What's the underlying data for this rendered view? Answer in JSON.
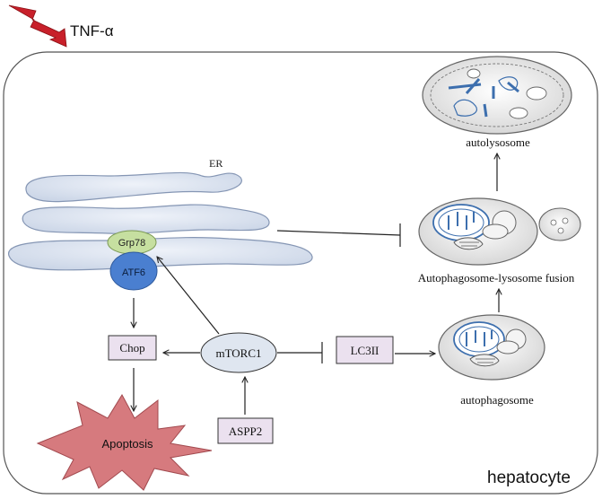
{
  "stimulus": {
    "label": "TNF-α",
    "icon": "lightning-bolt-icon"
  },
  "cell": {
    "label": "hepatocyte"
  },
  "organelles": {
    "er": "ER",
    "grp78": "Grp78",
    "atf6": "ATF6",
    "autolysosome": "autolysosome",
    "fusion": "Autophagosome-lysosome fusion",
    "autophagosome": "autophagosome"
  },
  "nodes": {
    "chop": "Chop",
    "mtorc1": "mTORC1",
    "lc3ii": "LC3II",
    "aspp2": "ASPP2",
    "apoptosis": "Apoptosis"
  },
  "colors": {
    "er_fill": "#dfe6f2",
    "grp78": "#c6dfa0",
    "atf6": "#4a7fd0",
    "box_fill": "#ebe1ef",
    "mtorc1_fill": "#dfe6f0",
    "apoptosis_fill": "#d67a7e",
    "bolt": "#c8202a",
    "mito": "#3d6fae"
  }
}
